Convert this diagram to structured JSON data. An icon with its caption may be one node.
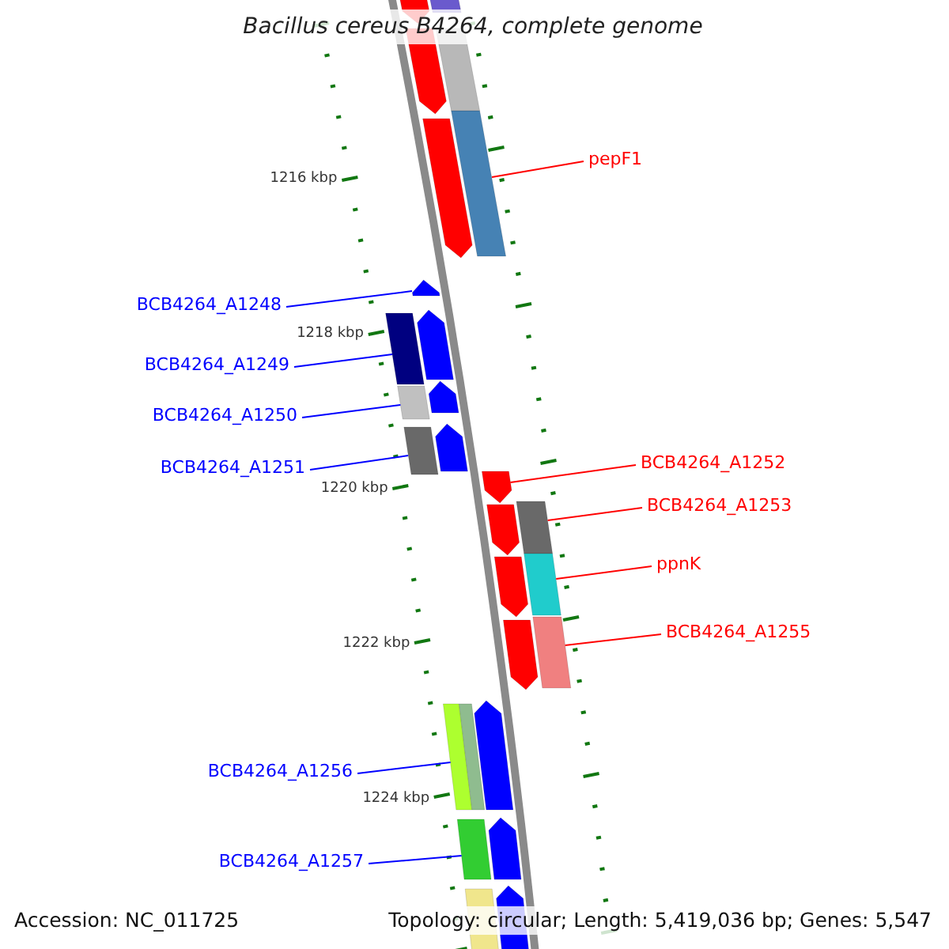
{
  "diagram": {
    "title": "Bacillus cereus B4264, complete genome",
    "nodes": [
      {
        "text": [
          "pepF1"
        ]
      },
      {
        "text": [
          "BCB4264_A1248"
        ]
      },
      {
        "text": [
          "BCB4264_A1249"
        ]
      },
      {
        "text": [
          "BCB4264_A1250"
        ]
      },
      {
        "text": [
          "BCB4264_A1251"
        ]
      },
      {
        "text": [
          "BCB4264_A1252"
        ]
      },
      {
        "text": [
          "BCB4264_A1253"
        ]
      },
      {
        "text": [
          "ppnK"
        ]
      },
      {
        "text": [
          "BCB4264_A1255"
        ]
      },
      {
        "text": [
          "BCB4264_A1256"
        ]
      },
      {
        "text": [
          "BCB4264_A1257"
        ]
      },
      {
        "text": [],
        "shape": "arrow"
      },
      {
        "text": [],
        "shape": "arrow"
      },
      {
        "text": [],
        "shape": "arrow"
      },
      {
        "text": [],
        "shape": "arrow"
      },
      {
        "text": [],
        "shape": "arrow"
      },
      {
        "text": [],
        "shape": "arrow"
      },
      {
        "text": [],
        "shape": "arrow"
      },
      {
        "text": [],
        "shape": "arrow"
      },
      {
        "text": [],
        "shape": "arrow"
      },
      {
        "text": [],
        "shape": "arrow"
      },
      {
        "text": [],
        "shape": "arrow"
      },
      {
        "text": [],
        "shape": "arrow"
      },
      {
        "text": [],
        "shape": "arrow"
      },
      {
        "text": [],
        "shape": "arrow"
      }
    ],
    "edges": [
      {
        "from": 0,
        "to": 11,
        "arrow": "none",
        "color": "#ff0000"
      },
      {
        "from": 1,
        "to": 12,
        "arrow": "none"
      },
      {
        "from": 2,
        "to": 13,
        "arrow": "none"
      },
      {
        "from": 3,
        "to": 14,
        "arrow": "none"
      },
      {
        "from": 4,
        "to": 15,
        "arrow": "none"
      },
      {
        "from": 5,
        "to": 16,
        "arrow": "none",
        "color": "#ff0000"
      },
      {
        "from": 6,
        "to": 17,
        "arrow": "none",
        "color": "#ff0000"
      },
      {
        "from": 7,
        "to": 18,
        "arrow": "none",
        "color": "#ff0000"
      },
      {
        "from": 8,
        "to": 19,
        "arrow": "none",
        "color": "#ff0000"
      },
      {
        "from": 9,
        "to": 20,
        "arrow": "none"
      },
      {
        "from": 10,
        "to": 21,
        "arrow": "none"
      }
    ],
    "labels": [
      "1216 kbp",
      "1218 kbp",
      "1220 kbp",
      "1222 kbp",
      "1224 kbp",
      "Accession: NC_011725",
      "Topology: circular; Length: 5,419,036 bp; Genes: 5,547"
    ]
  }
}
